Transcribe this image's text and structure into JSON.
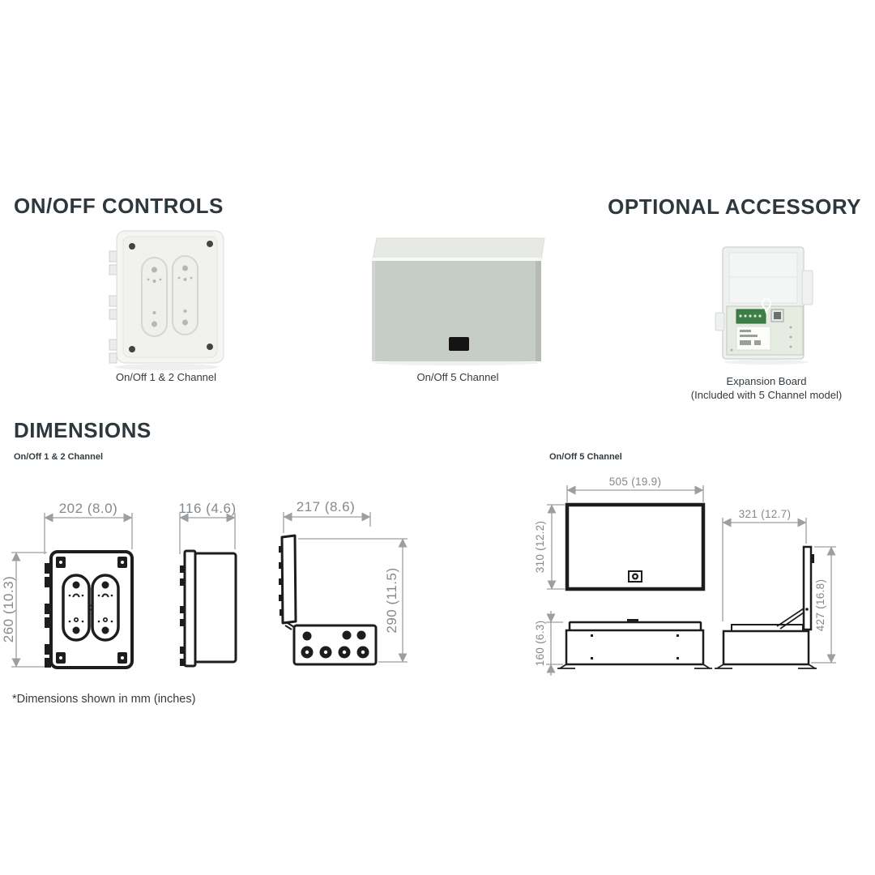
{
  "colors": {
    "heading": "#2e383c",
    "text": "#333b40",
    "dim": "#85898c",
    "dimline": "#9b9fa2",
    "line": "#1d1d1b",
    "box_gray": "#c6ccc6",
    "box_gray_top": "#e7e9e5",
    "pcb_green": "#3e7f45"
  },
  "header": {
    "controls_title": "ON/OFF CONTROLS",
    "accessory_title": "OPTIONAL ACCESSORY"
  },
  "products": {
    "channel12": {
      "caption": "On/Off 1 & 2 Channel"
    },
    "channel5": {
      "caption": "On/Off 5 Channel"
    },
    "expansion": {
      "caption_line1": "Expansion Board",
      "caption_line2": "(Included with 5 Channel model)"
    }
  },
  "dimensions": {
    "title": "DIMENSIONS",
    "footnote": "*Dimensions shown in mm (inches)",
    "channel12": {
      "label": "On/Off 1 & 2 Channel",
      "front_width": "202 (8.0)",
      "front_height": "260 (10.3)",
      "side_width": "116 (4.6)",
      "open_width": "217 (8.6)",
      "open_height": "290 (11.5)"
    },
    "channel5": {
      "label": "On/Off 5 Channel",
      "front_width": "505 (19.9)",
      "front_height": "310 (12.2)",
      "closed_height": "160 (6.3)",
      "side_width": "321 (12.7)",
      "side_height": "427 (16.8)"
    }
  }
}
